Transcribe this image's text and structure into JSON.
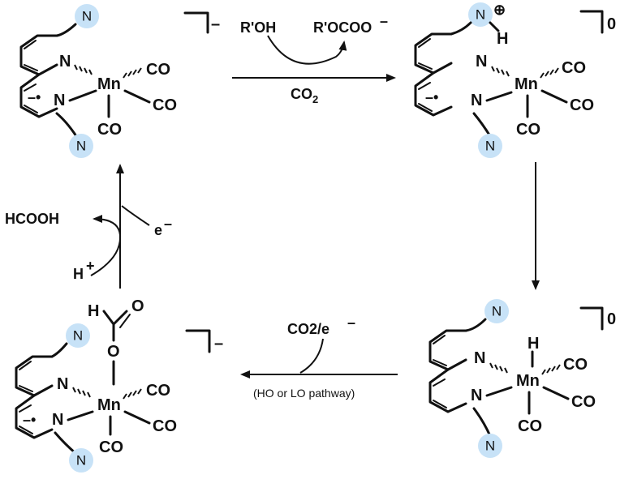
{
  "atoms": {
    "nitrogen": "N",
    "manganese": "Mn",
    "carbonyl": "CO",
    "hydrogen": "H",
    "oxygen": "O",
    "carbon": "C",
    "radical_anion": "–•"
  },
  "charges": {
    "minus": "–",
    "zero": "0",
    "plus": "⊕"
  },
  "reagents": {
    "alcohol": "R'OH",
    "carbonate": "R'OCOO",
    "co2_main": "CO",
    "co2_sub": "2",
    "co2_electron": "CO2/e",
    "pathway": "(HO or LO pathway)",
    "formic_acid": "HCOOH",
    "electron": "e",
    "proton": "H"
  },
  "colors": {
    "bubble": "#c7e2f7",
    "ink": "#111111"
  }
}
